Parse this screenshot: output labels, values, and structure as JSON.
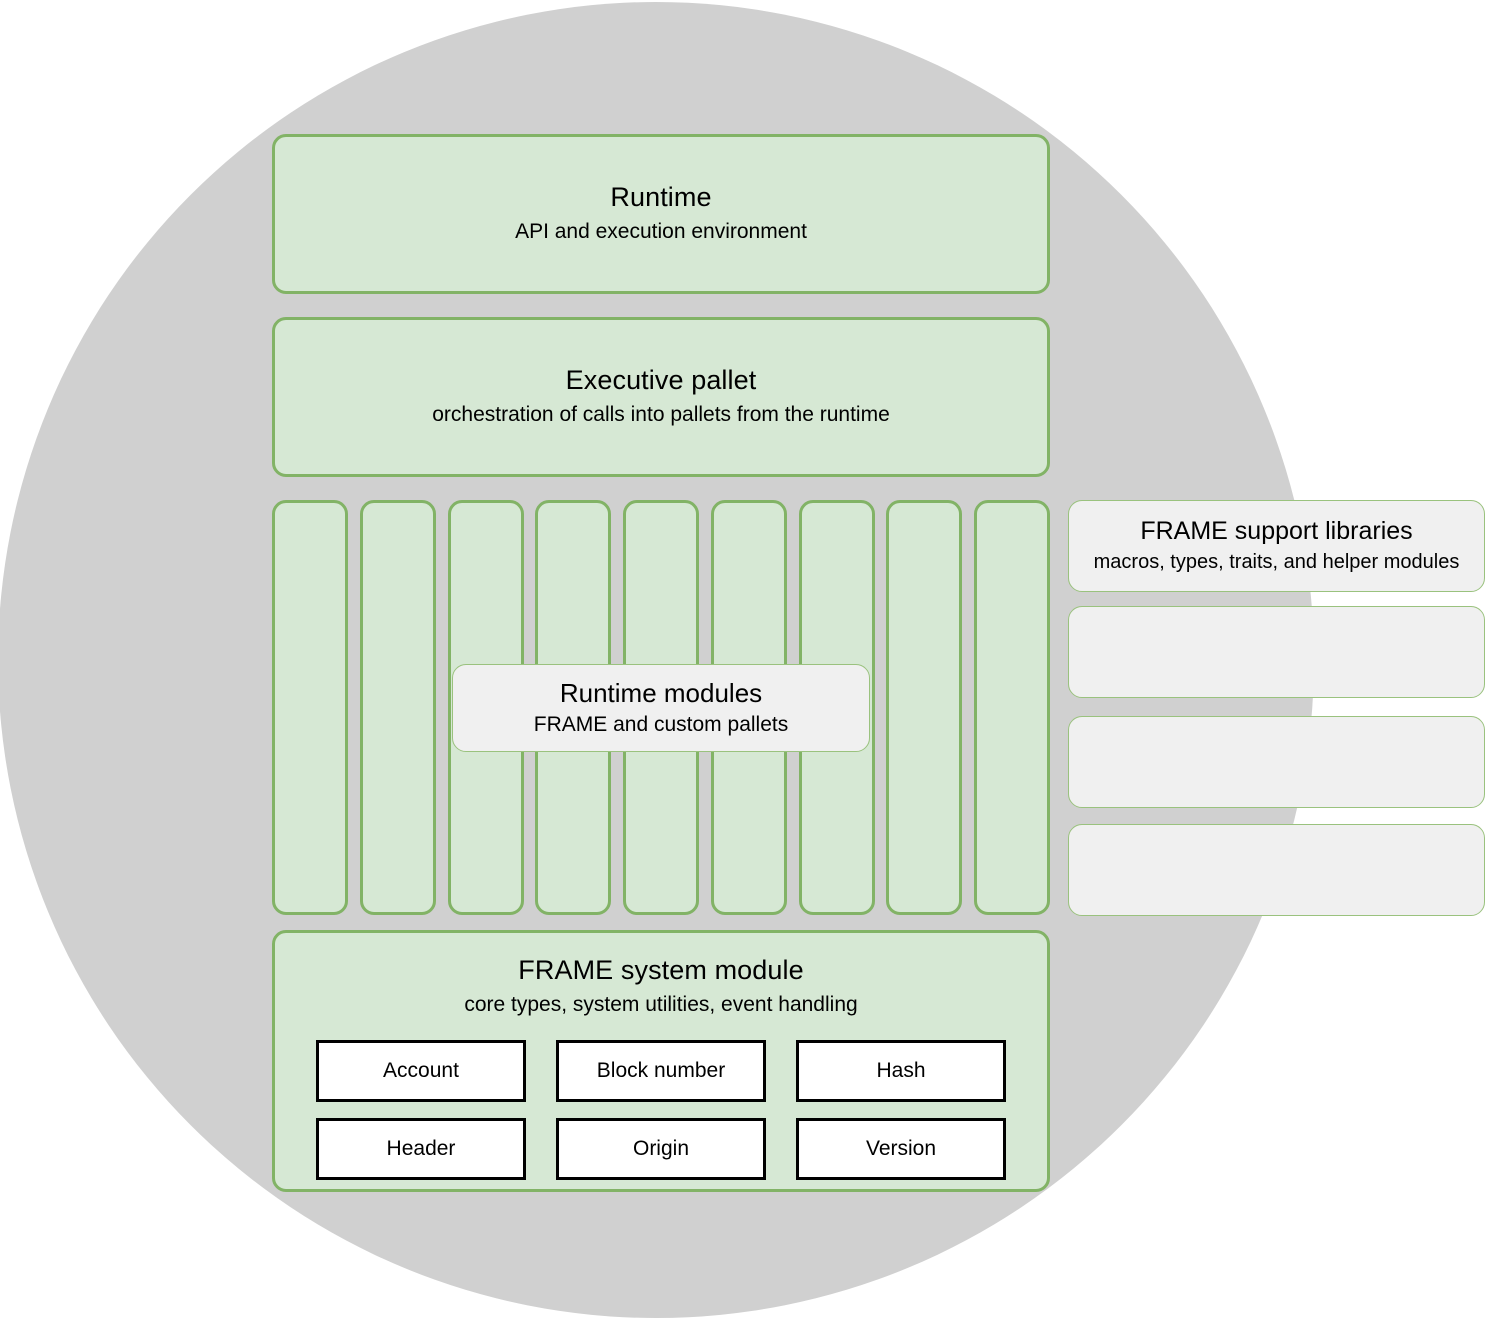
{
  "diagram": {
    "background_circle_color": "#d0d0d0",
    "panel_fill_color": "#d6e8d4",
    "panel_border_color": "#82b366",
    "support_fill_color": "#f0f0f0",
    "runtime": {
      "title": "Runtime",
      "subtitle": "API and execution environment"
    },
    "executive": {
      "title": "Executive pallet",
      "subtitle": "orchestration of calls into pallets from the runtime"
    },
    "pallet_columns": [
      {
        "label": ""
      },
      {
        "label": ""
      },
      {
        "label": ""
      },
      {
        "label": ""
      },
      {
        "label": ""
      },
      {
        "label": ""
      },
      {
        "label": ""
      },
      {
        "label": ""
      },
      {
        "label": ""
      }
    ],
    "runtime_modules": {
      "title": "Runtime modules",
      "subtitle": "FRAME and custom pallets"
    },
    "support_panels": [
      {
        "title": "FRAME support libraries",
        "subtitle": "macros, types, traits, and helper modules"
      },
      {
        "title": "",
        "subtitle": ""
      },
      {
        "title": "",
        "subtitle": ""
      },
      {
        "title": "",
        "subtitle": ""
      }
    ],
    "system_module": {
      "title": "FRAME system module",
      "subtitle": "core types, system utilities, event handling",
      "types": [
        "Account",
        "Block number",
        "Hash",
        "Header",
        "Origin",
        "Version"
      ]
    }
  }
}
